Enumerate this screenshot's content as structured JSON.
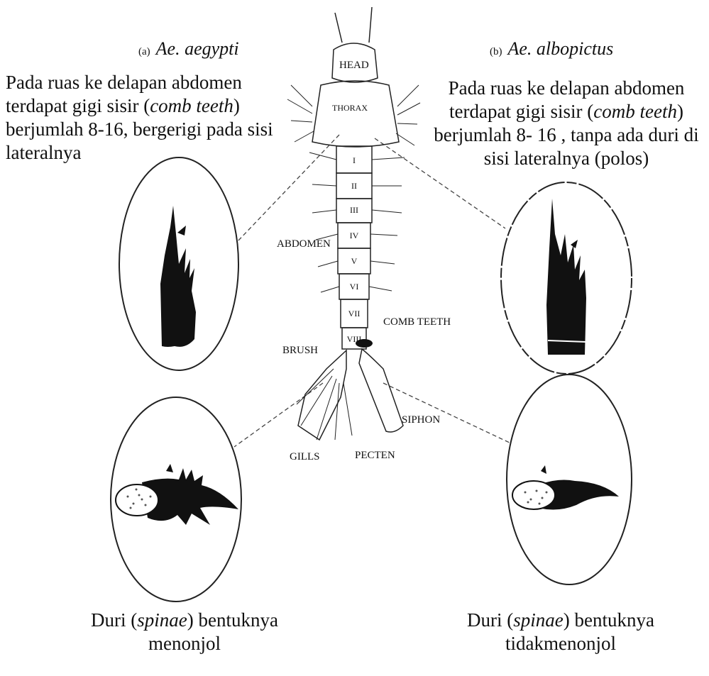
{
  "panel_a": {
    "letter": "(a)",
    "species": "Ae. aegypti",
    "desc_before": "Pada ruas ke delapan abdomen terdapat gigi sisir (",
    "desc_italic": "comb teeth",
    "desc_after": ") berjumlah 8-16, bergerigi pada sisi lateralnya",
    "caption_before": "Duri (",
    "caption_italic": "spinae",
    "caption_after": ") bentuknya menonjol"
  },
  "panel_b": {
    "letter": "(b)",
    "species": "Ae. albopictus",
    "desc_before": "Pada ruas ke delapan abdomen terdapat gigi sisir (",
    "desc_italic": "comb teeth",
    "desc_after": ") berjumlah 8- 16 , tanpa ada duri di sisi lateralnya (polos)",
    "caption_before": "Duri (",
    "caption_italic": "spinae",
    "caption_after": ") bentuknya tidakmenonjol"
  },
  "larva_labels": {
    "head": "HEAD",
    "thorax": "THORAX",
    "abdomen": "ABDOMEN",
    "comb_teeth": "COMB TEETH",
    "brush": "BRUSH",
    "siphon": "SIPHON",
    "gills": "GILLS",
    "pecten": "PECTEN",
    "segments": [
      "I",
      "II",
      "III",
      "IV",
      "V",
      "VI",
      "VII",
      "VIII"
    ]
  },
  "colors": {
    "ink": "#111111",
    "background": "#ffffff"
  }
}
